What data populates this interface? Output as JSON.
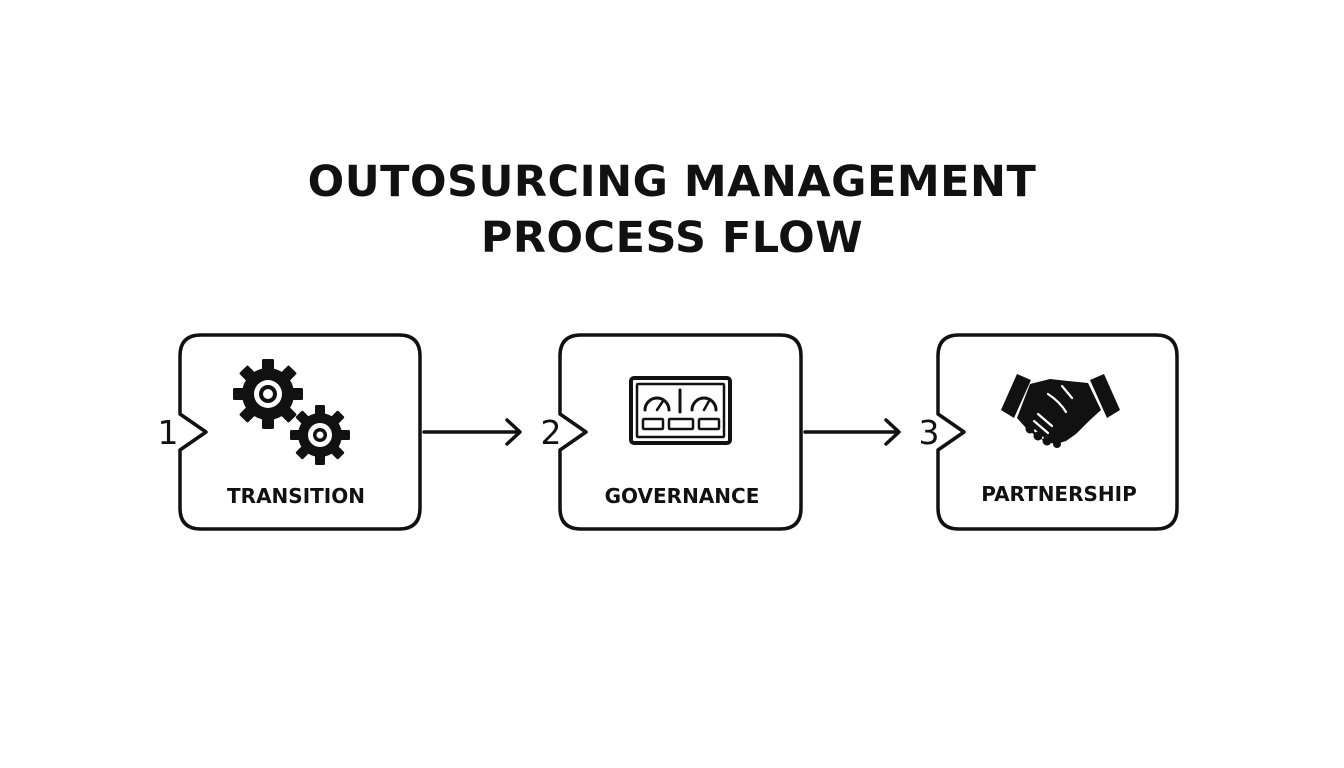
{
  "title": {
    "line1": "OUTOSURCING MANAGEMENT",
    "line2": "PROCESS FLOW"
  },
  "steps": [
    {
      "number": "1",
      "label": "TRANSITION",
      "icon": "gears-icon"
    },
    {
      "number": "2",
      "label": "GOVERNANCE",
      "icon": "dashboard-panel-icon"
    },
    {
      "number": "3",
      "label": "PARTNERSHIP",
      "icon": "handshake-icon"
    }
  ],
  "colors": {
    "stroke": "#111111",
    "background": "#ffffff"
  }
}
